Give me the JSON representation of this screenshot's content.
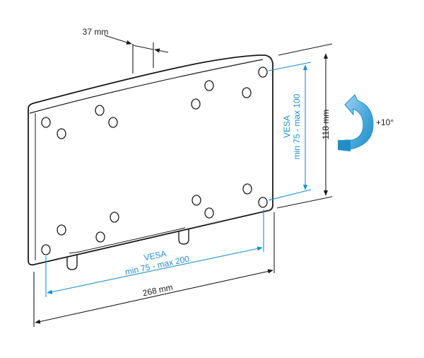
{
  "dimensions": {
    "depth": "37 mm",
    "height": "118 mm",
    "width": "268 mm",
    "tilt": "+10°"
  },
  "vesa_vertical": {
    "line1": "VESA",
    "line2": "min 75 - max 100"
  },
  "vesa_horizontal": {
    "line1": "VESA",
    "line2": "min 75 - max 200"
  },
  "colors": {
    "accent": "#1f8fc8",
    "ink": "#1a1a1a",
    "plate_fill": "#ffffff"
  },
  "icons": {
    "tilt": "curved-arrow-icon"
  }
}
